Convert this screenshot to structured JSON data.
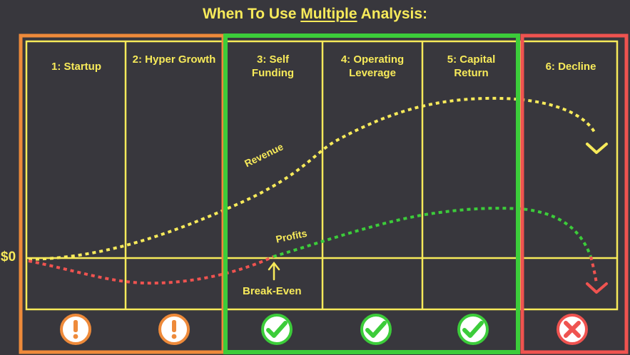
{
  "title": {
    "prefix": "When To Use ",
    "emphasis": "Multiple",
    "suffix": " Analysis:"
  },
  "zero_label": "$0",
  "stages": [
    {
      "name": "1: Startup",
      "status": "caution"
    },
    {
      "name": "2: Hyper Growth",
      "status": "caution"
    },
    {
      "name": "3: Self Funding",
      "status": "ok"
    },
    {
      "name": "4: Operating Leverage",
      "status": "ok"
    },
    {
      "name": "5: Capital Return",
      "status": "ok"
    },
    {
      "name": "6: Decline",
      "status": "avoid"
    }
  ],
  "curves": {
    "revenue_label": "Revenue",
    "profits_label": "Profits"
  },
  "break_even_label": "Break-Even",
  "colors": {
    "background": "#38373d",
    "text": "#f7ea5a",
    "grid": "#f7ea5a",
    "caution": "#ee8a3a",
    "ok": "#3ccc3a",
    "avoid": "#ef5350",
    "revenue": "#f7ea5a",
    "profits_positive": "#3ccc3a",
    "profits_negative": "#ef5350"
  },
  "icons": {
    "caution": "exclamation-icon",
    "ok": "check-icon",
    "avoid": "x-icon"
  }
}
